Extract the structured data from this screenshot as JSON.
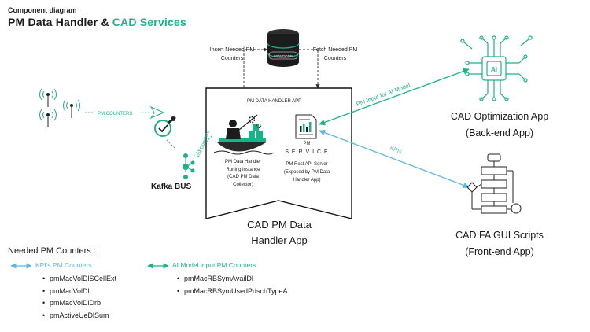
{
  "header": {
    "subtitle": "Component diagram",
    "title_main": "PM Data Handler &",
    "title_accent": "CAD Services"
  },
  "colors": {
    "accent_green": "#19b38a",
    "accent_blue": "#5bb8e8",
    "dark": "#1a1a1a",
    "gray": "#555555"
  },
  "database": {
    "label": "MONGODB",
    "insert_label_1": "Insert Needed PM",
    "insert_label_2": "Counters",
    "fetch_label_1": "Fetch Needed PM",
    "fetch_label_2": "Counters"
  },
  "sources": {
    "pm_counters_label": "PM COUNTERS",
    "kafka_pm_counters_label": "PM Counters",
    "kafka_label": "Kafka BUS"
  },
  "pm_app": {
    "frame_label": "PM DATA HANDLER APP",
    "collector_line1": "PM Data Handler",
    "collector_line2": "Runing instance",
    "collector_line3": "(CAD PM Data",
    "collector_line4": "Collector)",
    "service_pm": "PM",
    "service_word": "S E R V I C E",
    "service_line1": "PM Rest API Server",
    "service_line2": "(Exposed by PM Data",
    "service_line3": "Handler App)",
    "title_line1": "CAD PM Data",
    "title_line2": "Handler App"
  },
  "optimization": {
    "title_line1": "CAD Optimization App",
    "title_line2": "(Back-end App)",
    "link_label": "PM Input for AI Model",
    "chip_label": "AI"
  },
  "gui": {
    "title_line1": "CAD FA GUI Scripts",
    "title_line2": "(Front-end App)",
    "link_label": "KPIs"
  },
  "legend": {
    "heading": "Needed PM Counters :",
    "kpi_label": "KPI's PM Counters",
    "ai_label": "AI Model input PM Counters",
    "kpi_counters": [
      "pmMacVolDlSCellExt",
      "pmMacVolDl",
      "pmMacVolDlDrb",
      "pmActiveUeDlSum"
    ],
    "ai_counters": [
      "pmMacRBSymAvailDl",
      "pmMacRBSymUsedPdschTypeA"
    ]
  }
}
